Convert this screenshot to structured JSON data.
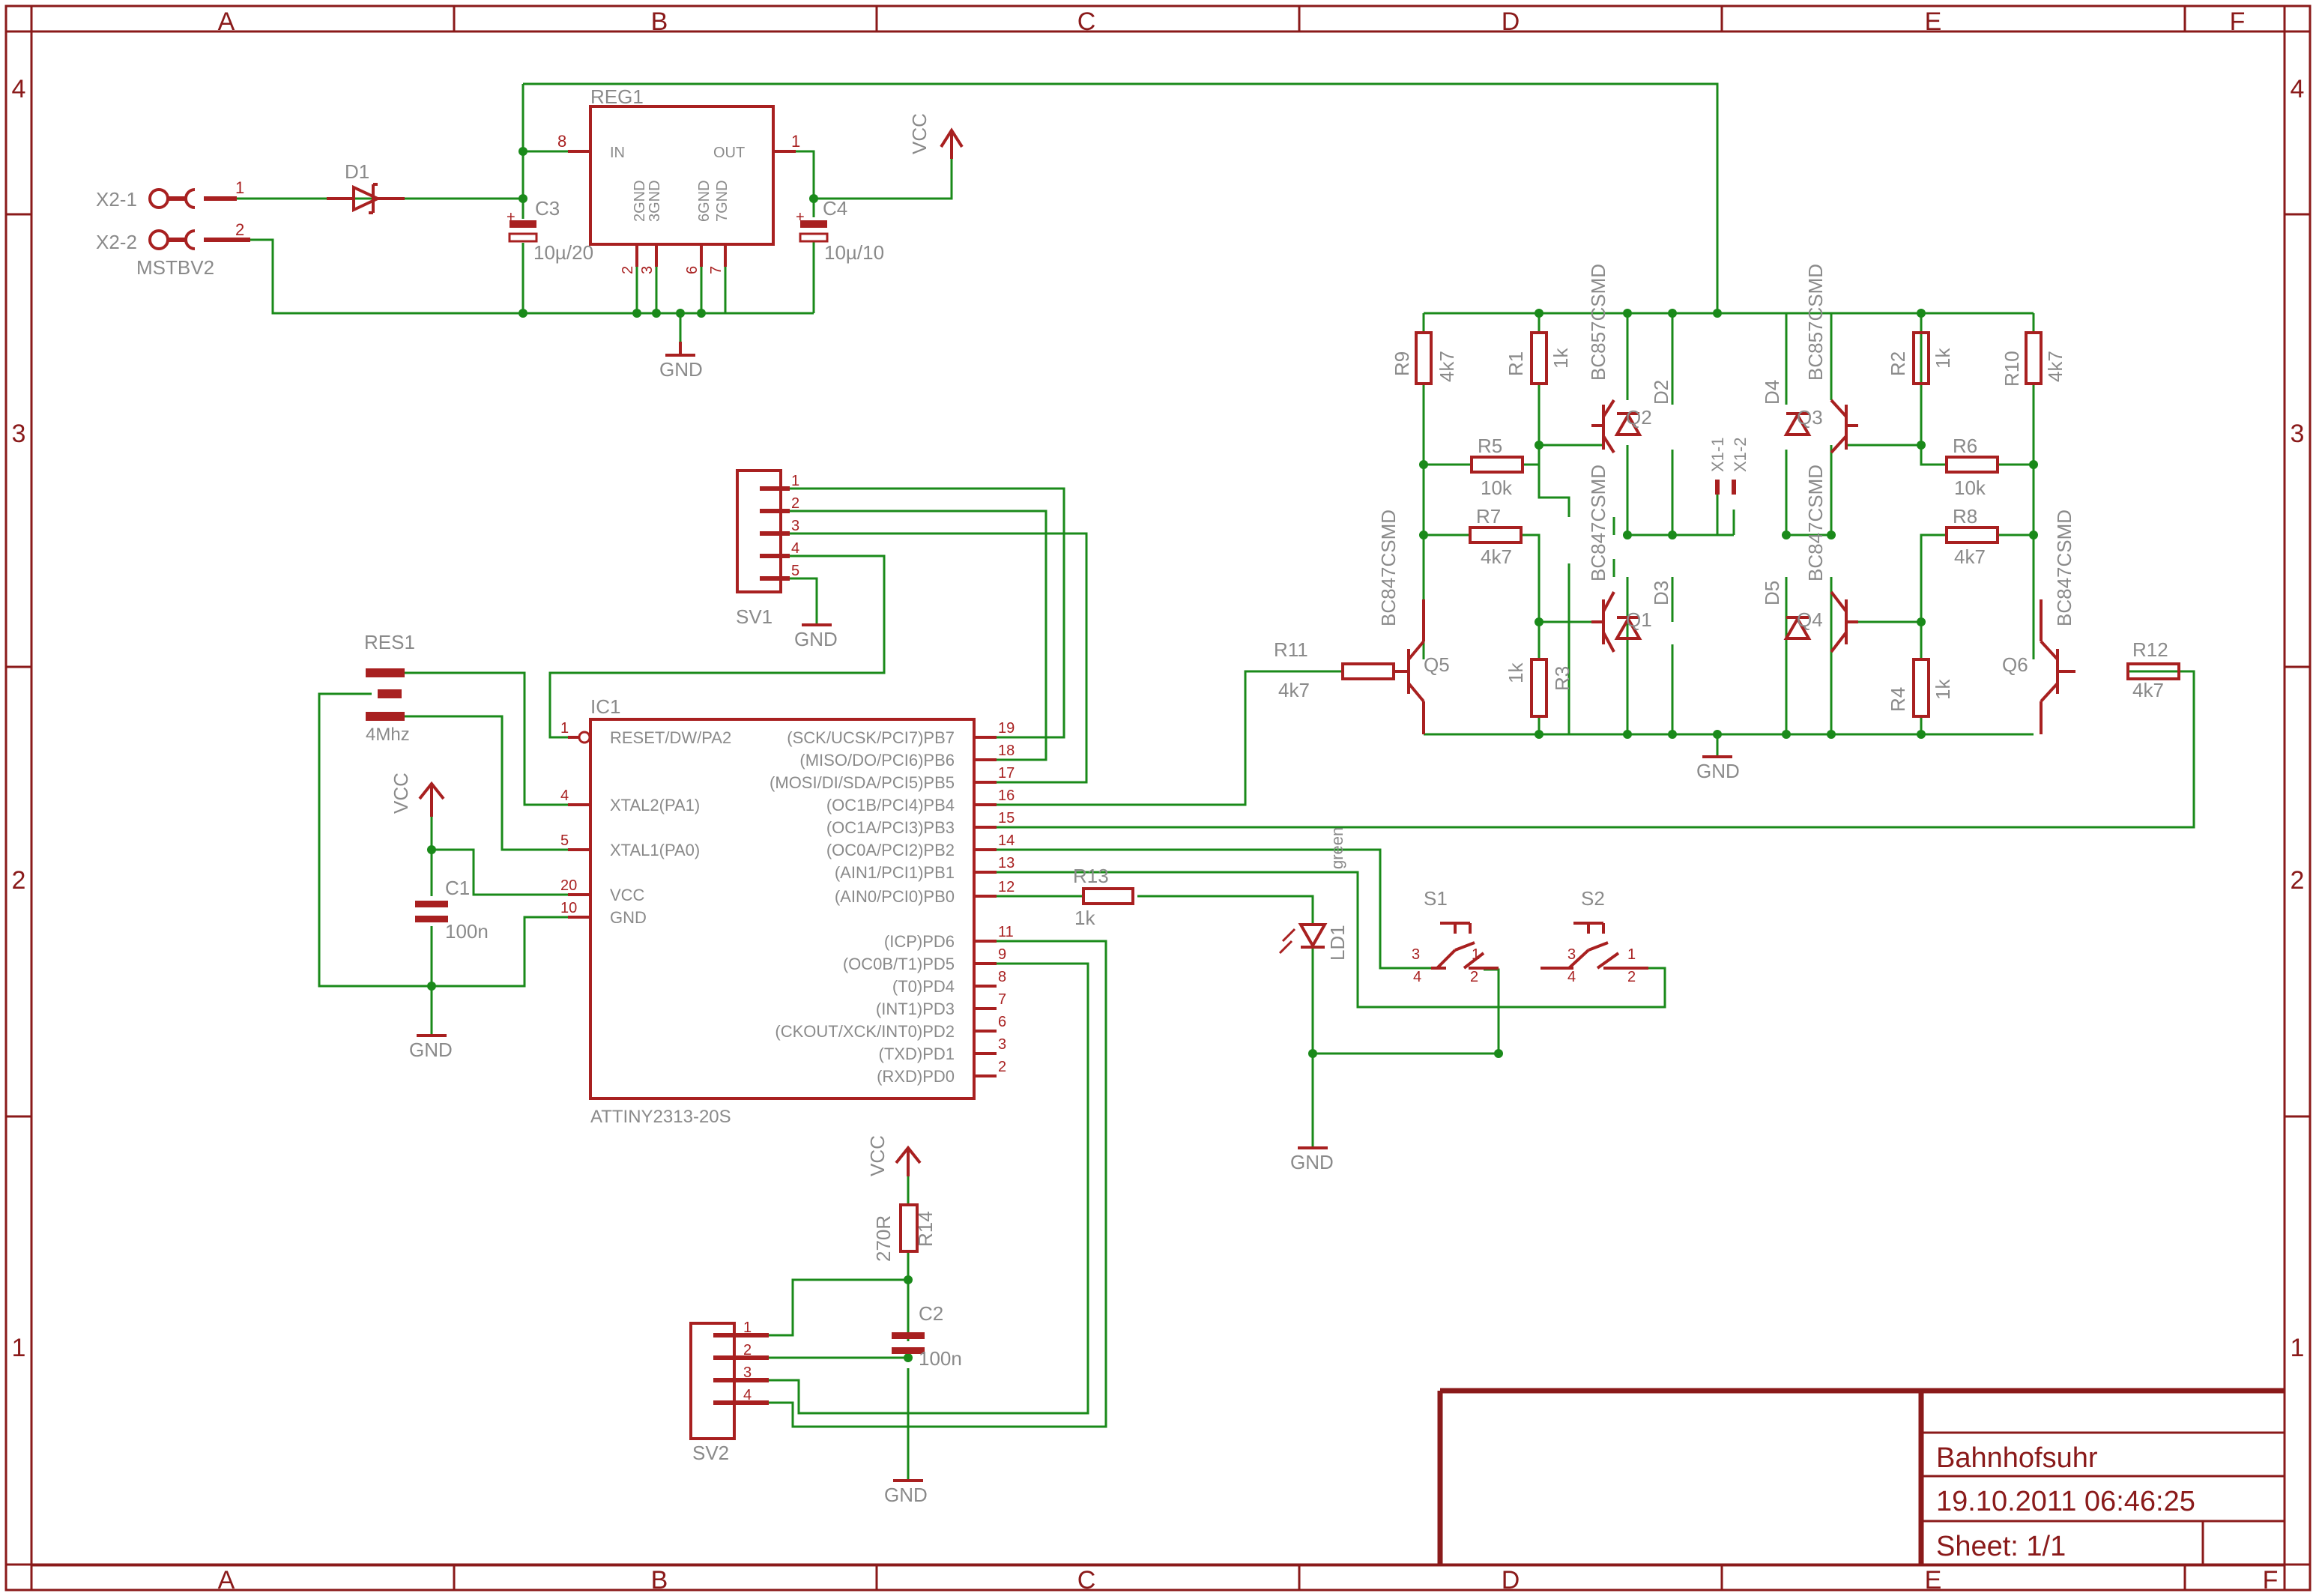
{
  "frame": {
    "columns": [
      "A",
      "B",
      "C",
      "D",
      "E",
      "F"
    ],
    "rows": [
      "4",
      "3",
      "2",
      "1"
    ]
  },
  "title_block": {
    "title": "Bahnhofsuhr",
    "date": "19.10.2011 06:46:25",
    "sheet": "Sheet: 1/1"
  },
  "parts": {
    "X2_1": "X2-1",
    "X2_2": "X2-2",
    "MSTBV2": "MSTBV2",
    "D1": "D1",
    "REG1": "REG1",
    "C3": "C3",
    "C3_val": "10µ/20",
    "C4": "C4",
    "C4_val": "10µ/10",
    "SV1": "SV1",
    "SV2": "SV2",
    "RES1": "RES1",
    "RES1_val": "4Mhz",
    "C1": "C1",
    "C1_val": "100n",
    "C2": "C2",
    "C2_val": "100n",
    "R14": "R14",
    "R14_val": "270R",
    "R13": "R13",
    "R13_val": "1k",
    "LD1": "LD1",
    "green": "green",
    "S1": "S1",
    "S2": "S2",
    "IC1": "IC1",
    "IC1_val": "ATTINY2313-20S",
    "R1": "R1",
    "R1_val": "1k",
    "R2": "R2",
    "R2_val": "1k",
    "R3": "R3",
    "R3_val": "1k",
    "R4": "R4",
    "R4_val": "1k",
    "R5": "R5",
    "R5_val": "10k",
    "R6": "R6",
    "R6_val": "10k",
    "R7": "R7",
    "R7_val": "4k7",
    "R8": "R8",
    "R8_val": "4k7",
    "R9": "R9",
    "R9_val": "4k7",
    "R10": "R10",
    "R10_val": "4k7",
    "R11": "R11",
    "R11_val": "4k7",
    "R12": "R12",
    "R12_val": "4k7",
    "Q1": "Q1",
    "Q2": "Q2",
    "Q3": "Q3",
    "Q4": "Q4",
    "Q5": "Q5",
    "Q6": "Q6",
    "D2": "D2",
    "D3": "D3",
    "D4": "D4",
    "D5": "D5",
    "X1_1": "X1-1",
    "X1_2": "X1-2",
    "BC857": "BC857CSMD",
    "BC847": "BC847CSMD"
  },
  "nets": {
    "VCC": "VCC",
    "GND": "GND"
  },
  "reg_pins": {
    "IN": "IN",
    "OUT": "OUT",
    "GND23": "2GND\n3GND",
    "GND67": "6GND\n7GND"
  },
  "ic1_left_pins": [
    {
      "num": "1",
      "name": "RESET/DW/PA2"
    },
    {
      "num": "4",
      "name": "XTAL2(PA1)"
    },
    {
      "num": "5",
      "name": "XTAL1(PA0)"
    },
    {
      "num": "20",
      "name": "VCC"
    },
    {
      "num": "10",
      "name": "GND"
    }
  ],
  "ic1_right_pins": [
    {
      "num": "19",
      "name": "(SCK/UCSK/PCI7)PB7"
    },
    {
      "num": "18",
      "name": "(MISO/DO/PCI6)PB6"
    },
    {
      "num": "17",
      "name": "(MOSI/DI/SDA/PCI5)PB5"
    },
    {
      "num": "16",
      "name": "(OC1B/PCI4)PB4"
    },
    {
      "num": "15",
      "name": "(OC1A/PCI3)PB3"
    },
    {
      "num": "14",
      "name": "(OC0A/PCI2)PB2"
    },
    {
      "num": "13",
      "name": "(AIN1/PCI1)PB1"
    },
    {
      "num": "12",
      "name": "(AIN0/PCI0)PB0"
    },
    {
      "num": "11",
      "name": "(ICP)PD6"
    },
    {
      "num": "9",
      "name": "(OC0B/T1)PD5"
    },
    {
      "num": "8",
      "name": "(T0)PD4"
    },
    {
      "num": "7",
      "name": "(INT1)PD3"
    },
    {
      "num": "6",
      "name": "(CKOUT/XCK/INT0)PD2"
    },
    {
      "num": "3",
      "name": "(TXD)PD1"
    },
    {
      "num": "2",
      "name": "(RXD)PD0"
    }
  ],
  "sv1_pins": [
    "1",
    "2",
    "3",
    "4",
    "5"
  ],
  "sv2_pins": [
    "1",
    "2",
    "3",
    "4"
  ],
  "switch_pins": [
    "3",
    "4",
    "1",
    "2"
  ],
  "pin_numbers": {
    "p1": "1",
    "p2": "2",
    "p3": "3",
    "p6": "6",
    "p7": "7",
    "p8": "8"
  },
  "colors": {
    "wire": "#1a8a1a",
    "part": "#a82020",
    "label": "#8a8a8a",
    "frame": "#8a1a1a"
  }
}
